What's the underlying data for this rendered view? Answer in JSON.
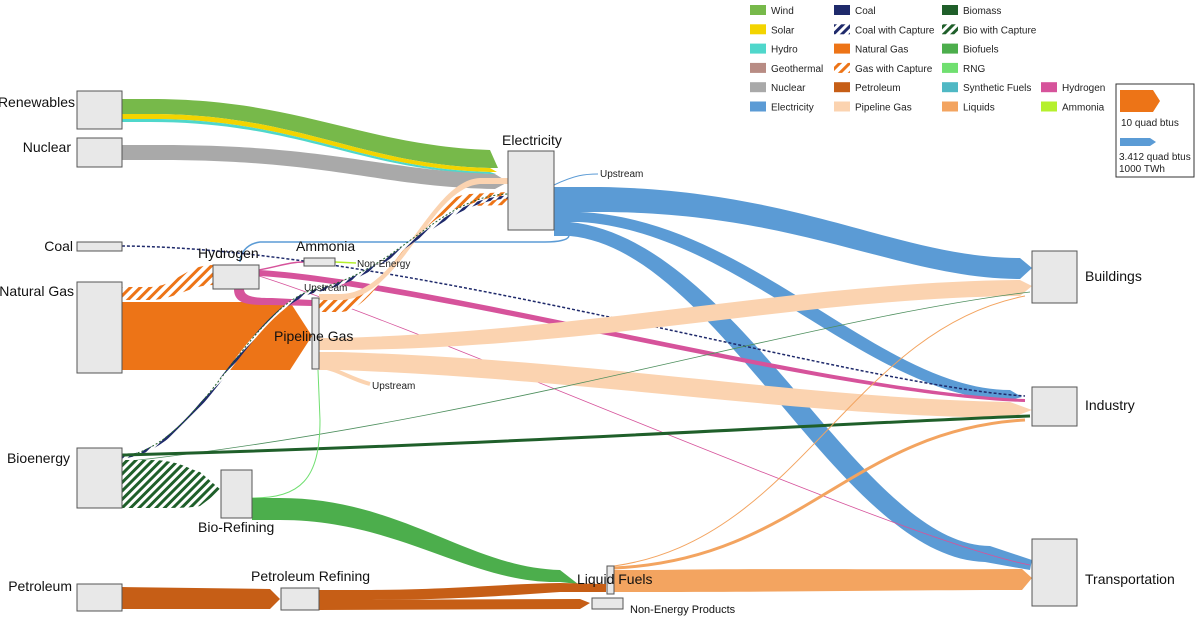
{
  "colors": {
    "wind": "#77b94a",
    "solar": "#f3d400",
    "hydro": "#4fd7cb",
    "geothermal": "#b88c84",
    "nuclear": "#a9a9a9",
    "electricity": "#5b9bd5",
    "coal": "#1f2a6b",
    "natural_gas": "#ed7417",
    "petroleum": "#c65e16",
    "pipeline_gas": "#fbd3b0",
    "biomass": "#1f5f2a",
    "biofuels": "#4cae4c",
    "rng": "#70df70",
    "synthetic_fuels": "#4fb8c4",
    "liquids": "#f3a460",
    "hydrogen": "#d6539b",
    "ammonia": "#b5f02d",
    "bio_capture": "#1f5f2a",
    "gas_capture": "#ed7417"
  },
  "nodes": {
    "renewables": "Renewables",
    "nuclear": "Nuclear",
    "coal": "Coal",
    "natural_gas": "Natural Gas",
    "bioenergy": "Bioenergy",
    "petroleum": "Petroleum",
    "electricity": "Electricity",
    "hydrogen": "Hydrogen",
    "ammonia": "Ammonia",
    "pipeline_gas": "Pipeline Gas",
    "bio_refining": "Bio-Refining",
    "petroleum_refining": "Petroleum Refining",
    "liquid_fuels": "Liquid Fuels",
    "buildings": "Buildings",
    "industry": "Industry",
    "transportation": "Transportation"
  },
  "annotations": {
    "upstream_elec": "Upstream",
    "upstream_h2": "Upstream",
    "upstream_gas": "Upstream",
    "non_energy": "Non-Energy",
    "non_energy_products": "Non-Energy Products"
  },
  "legend": {
    "items": [
      {
        "label": "Wind",
        "color": "#77b94a",
        "pattern": "solid"
      },
      {
        "label": "Solar",
        "color": "#f3d400",
        "pattern": "solid"
      },
      {
        "label": "Hydro",
        "color": "#4fd7cb",
        "pattern": "solid"
      },
      {
        "label": "Geothermal",
        "color": "#b88c84",
        "pattern": "solid"
      },
      {
        "label": "Nuclear",
        "color": "#a9a9a9",
        "pattern": "solid"
      },
      {
        "label": "Electricity",
        "color": "#5b9bd5",
        "pattern": "solid"
      },
      {
        "label": "Coal",
        "color": "#1f2a6b",
        "pattern": "solid"
      },
      {
        "label": "Coal with Capture",
        "color": "#1f2a6b",
        "pattern": "hatch"
      },
      {
        "label": "Natural Gas",
        "color": "#ed7417",
        "pattern": "solid"
      },
      {
        "label": "Gas with Capture",
        "color": "#ed7417",
        "pattern": "hatch"
      },
      {
        "label": "Petroleum",
        "color": "#c65e16",
        "pattern": "solid"
      },
      {
        "label": "Pipeline Gas",
        "color": "#fbd3b0",
        "pattern": "solid"
      },
      {
        "label": "Biomass",
        "color": "#1f5f2a",
        "pattern": "solid"
      },
      {
        "label": "Bio with Capture",
        "color": "#1f5f2a",
        "pattern": "hatch"
      },
      {
        "label": "Biofuels",
        "color": "#4cae4c",
        "pattern": "solid"
      },
      {
        "label": "RNG",
        "color": "#70df70",
        "pattern": "solid"
      },
      {
        "label": "Synthetic Fuels",
        "color": "#4fb8c4",
        "pattern": "solid"
      },
      {
        "label": "Liquids",
        "color": "#f3a460",
        "pattern": "solid"
      },
      {
        "label": "Hydrogen",
        "color": "#d6539b",
        "pattern": "solid"
      },
      {
        "label": "Ammonia",
        "color": "#b5f02d",
        "pattern": "solid"
      }
    ],
    "scale_orange_label": "10 quad btus",
    "scale_blue_label_1": "3.412 quad btus",
    "scale_blue_label_2": "1000 TWh"
  }
}
